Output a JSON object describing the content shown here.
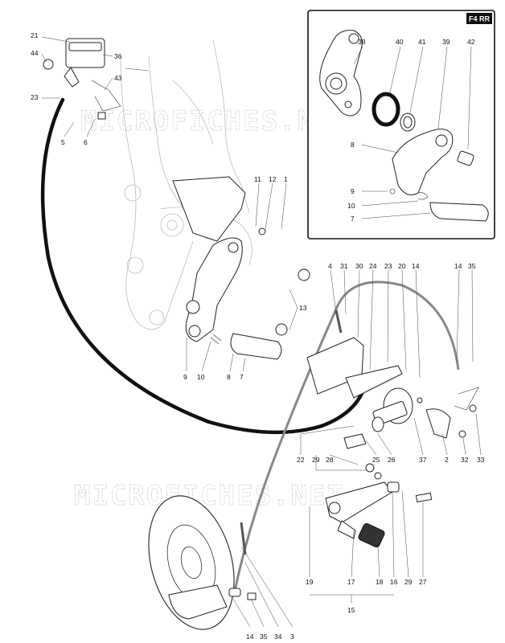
{
  "inset": {
    "code": "F4 RR"
  },
  "watermark": [
    "MICROFICHES.NET",
    "MICROFICHES.NET"
  ],
  "callouts": [
    {
      "id": "c21",
      "text": "21"
    },
    {
      "id": "c44",
      "text": "44"
    },
    {
      "id": "c36",
      "text": "36"
    },
    {
      "id": "c43",
      "text": "43"
    },
    {
      "id": "c23a",
      "text": "23"
    },
    {
      "id": "c5",
      "text": "5"
    },
    {
      "id": "c6",
      "text": "6"
    },
    {
      "id": "c11",
      "text": "11"
    },
    {
      "id": "c12",
      "text": "12"
    },
    {
      "id": "c1",
      "text": "1"
    },
    {
      "id": "c13",
      "text": "13"
    },
    {
      "id": "c9a",
      "text": "9"
    },
    {
      "id": "c10a",
      "text": "10"
    },
    {
      "id": "c8a",
      "text": "8"
    },
    {
      "id": "c7a",
      "text": "7"
    },
    {
      "id": "c38",
      "text": "38"
    },
    {
      "id": "c40",
      "text": "40"
    },
    {
      "id": "c41",
      "text": "41"
    },
    {
      "id": "c39",
      "text": "39"
    },
    {
      "id": "c42",
      "text": "42"
    },
    {
      "id": "c8b",
      "text": "8"
    },
    {
      "id": "c9b",
      "text": "9"
    },
    {
      "id": "c10b",
      "text": "10"
    },
    {
      "id": "c7b",
      "text": "7"
    },
    {
      "id": "c4",
      "text": "4"
    },
    {
      "id": "c31",
      "text": "31"
    },
    {
      "id": "c30",
      "text": "30"
    },
    {
      "id": "c24",
      "text": "24"
    },
    {
      "id": "c23b",
      "text": "23"
    },
    {
      "id": "c20",
      "text": "20"
    },
    {
      "id": "c14a",
      "text": "14"
    },
    {
      "id": "c14b",
      "text": "14"
    },
    {
      "id": "c35a",
      "text": "35"
    },
    {
      "id": "c22",
      "text": "22"
    },
    {
      "id": "c29a",
      "text": "29"
    },
    {
      "id": "c28",
      "text": "28"
    },
    {
      "id": "c25",
      "text": "25"
    },
    {
      "id": "c26",
      "text": "26"
    },
    {
      "id": "c37",
      "text": "37"
    },
    {
      "id": "c2",
      "text": "2"
    },
    {
      "id": "c32",
      "text": "32"
    },
    {
      "id": "c33",
      "text": "33"
    },
    {
      "id": "c19",
      "text": "19"
    },
    {
      "id": "c17",
      "text": "17"
    },
    {
      "id": "c18",
      "text": "18"
    },
    {
      "id": "c16",
      "text": "16"
    },
    {
      "id": "c29b",
      "text": "29"
    },
    {
      "id": "c27",
      "text": "27"
    },
    {
      "id": "c15",
      "text": "15"
    },
    {
      "id": "c14c",
      "text": "14"
    },
    {
      "id": "c35b",
      "text": "35"
    },
    {
      "id": "c34",
      "text": "34"
    },
    {
      "id": "c3",
      "text": "3"
    }
  ]
}
